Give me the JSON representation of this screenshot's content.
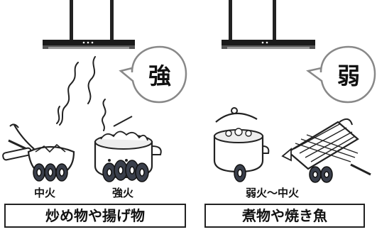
{
  "left": {
    "bubble": "強",
    "labels": {
      "medium": "中火",
      "strong": "強火"
    },
    "category": "炒め物や揚げ物"
  },
  "right": {
    "bubble": "弱",
    "labels": {
      "range": "弱火〜中火"
    },
    "category": "煮物や焼き魚"
  },
  "colors": {
    "outline": "#222222",
    "hood": "#1a1a1a",
    "flame": "#3a3f4b",
    "bubble_fill": "#ffffff"
  }
}
